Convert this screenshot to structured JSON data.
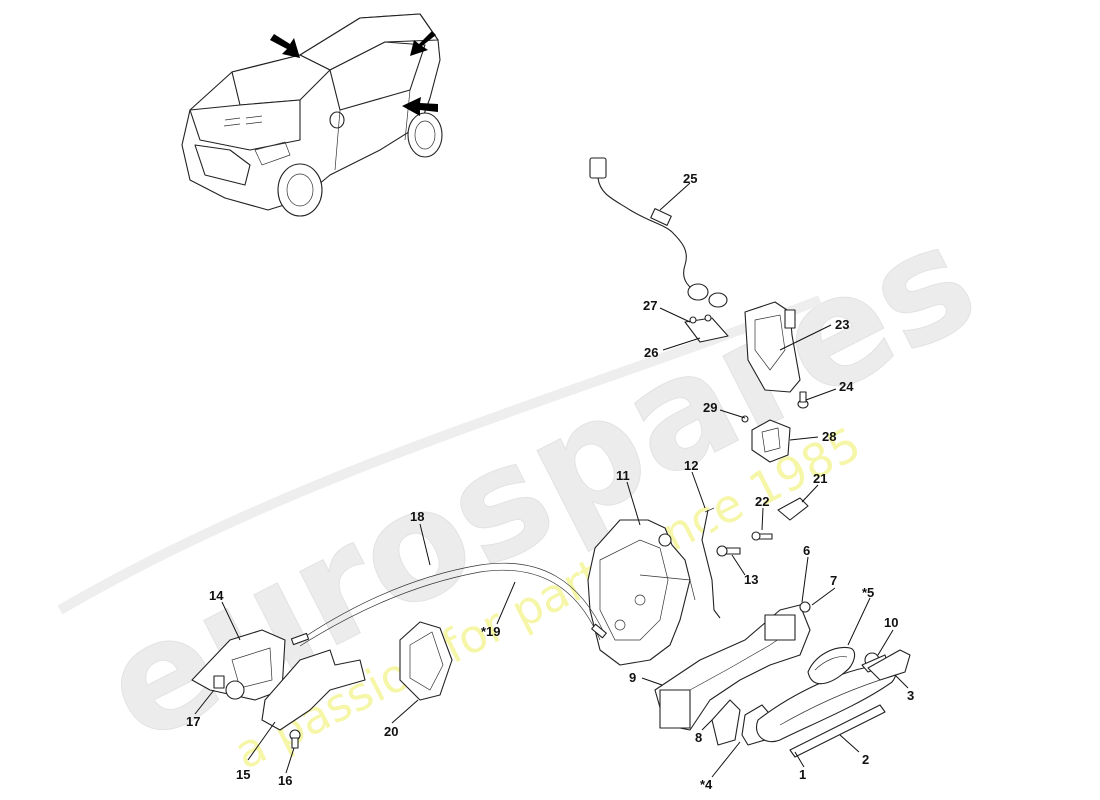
{
  "watermark": {
    "brand": "eurospares",
    "tagline": "a passion for parts since 1985"
  },
  "callouts": [
    {
      "id": "c1",
      "label": "1"
    },
    {
      "id": "c2",
      "label": "2"
    },
    {
      "id": "c3",
      "label": "3"
    },
    {
      "id": "c4",
      "label": "*4"
    },
    {
      "id": "c5",
      "label": "*5"
    },
    {
      "id": "c6",
      "label": "6"
    },
    {
      "id": "c7",
      "label": "7"
    },
    {
      "id": "c8",
      "label": "8"
    },
    {
      "id": "c9",
      "label": "9"
    },
    {
      "id": "c10",
      "label": "10"
    },
    {
      "id": "c11",
      "label": "11"
    },
    {
      "id": "c12",
      "label": "12"
    },
    {
      "id": "c13",
      "label": "13"
    },
    {
      "id": "c14",
      "label": "14"
    },
    {
      "id": "c15",
      "label": "15"
    },
    {
      "id": "c16",
      "label": "16"
    },
    {
      "id": "c17",
      "label": "17"
    },
    {
      "id": "c18",
      "label": "18"
    },
    {
      "id": "c19",
      "label": "*19"
    },
    {
      "id": "c20",
      "label": "20"
    },
    {
      "id": "c21",
      "label": "21"
    },
    {
      "id": "c22",
      "label": "22"
    },
    {
      "id": "c23",
      "label": "23"
    },
    {
      "id": "c24",
      "label": "24"
    },
    {
      "id": "c25",
      "label": "25"
    },
    {
      "id": "c26",
      "label": "26"
    },
    {
      "id": "c27",
      "label": "27"
    },
    {
      "id": "c28",
      "label": "28"
    },
    {
      "id": "c29",
      "label": "29"
    }
  ],
  "colors": {
    "watermark_brand": "#e9e9e9",
    "watermark_tagline": "#f3f38a",
    "line": "#222222"
  }
}
